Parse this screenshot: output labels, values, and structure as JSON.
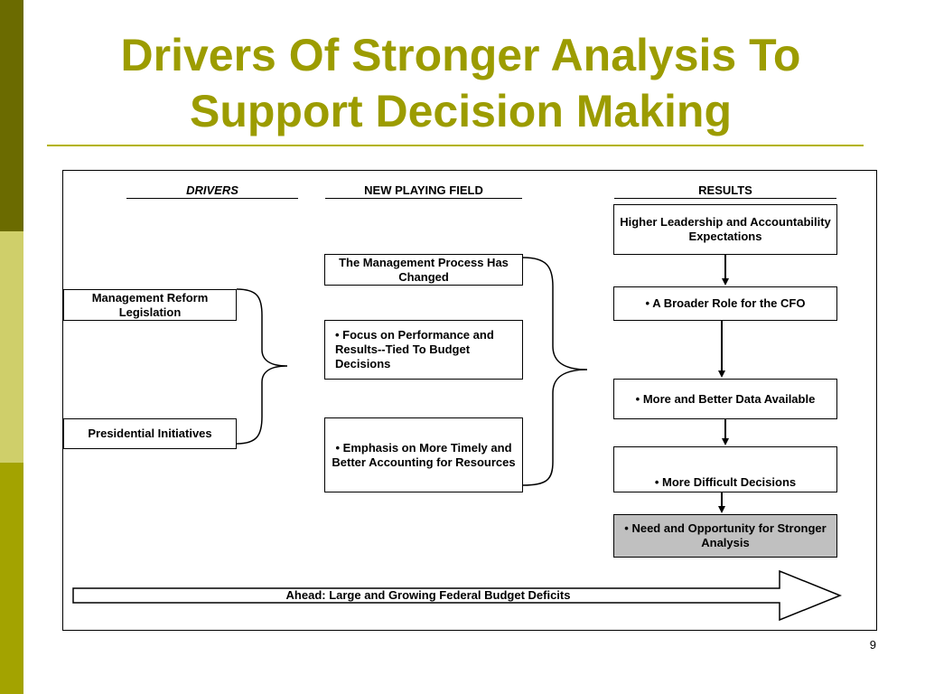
{
  "slide": {
    "title_line1": "Drivers Of Stronger Analysis To",
    "title_line2": "Support Decision Making",
    "page_number": "9"
  },
  "diagram": {
    "headers": {
      "drivers": "DRIVERS",
      "playing_field": "NEW PLAYING FIELD",
      "results": "RESULTS"
    },
    "drivers": [
      "Management Reform Legislation",
      "Presidential Initiatives"
    ],
    "playing_field": [
      "The Management Process Has Changed",
      "• Focus on Performance and Results--Tied To Budget Decisions",
      "• Emphasis on More Timely and Better Accounting for Resources"
    ],
    "results": [
      "Higher Leadership and Accountability Expectations",
      "• A Broader Role for the CFO",
      "• More and Better Data Available",
      "• More Difficult Decisions",
      "• Need and Opportunity for Stronger Analysis"
    ],
    "bottom_arrow_label": "Ahead:  Large and Growing Federal Budget Deficits"
  },
  "colors": {
    "title": "#9c9c00",
    "highlight_box": "#c0c0c0"
  }
}
